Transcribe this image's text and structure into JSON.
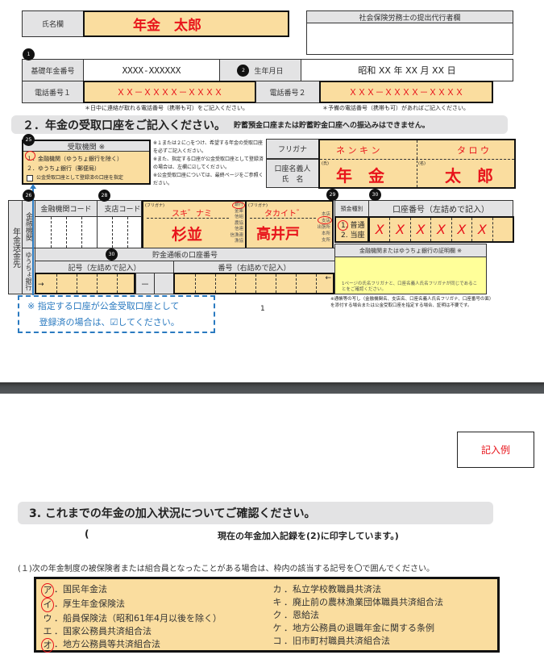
{
  "page1": {
    "name_label": "氏名欄",
    "name_value": "年金　太郎",
    "agent_label": "社会保険労務士の提出代行者欄",
    "badge1": "1",
    "basic_pension_label": "基礎年金番号",
    "basic_pension_value": "XXXX-XXXXXX",
    "badge2": "2",
    "birth_label": "生年月日",
    "birth_value": "昭和 XX 年 XX 月 XX 日",
    "phone1_label": "電話番号１",
    "phone1_value": "ＸＸ－ＸＸＸＸ－ＸＸＸＸ",
    "phone2_label": "電話番号２",
    "phone2_value": "ＸＸＸ－ＸＸＸＸ－ＸＸＸＸ",
    "phone1_note": "＊日中に連絡が取れる電話番号（携帯も可）をご記入ください。",
    "phone2_note": "＊予備の電話番号（携帯も可）があればご記入ください。",
    "section2_title": "２．年金の受取口座をご記入ください。",
    "section2_note": "貯蓄預金口座または貯蓄貯金口座への振込みはできません。",
    "badge25": "25",
    "receiver_header": "受取機関 ※",
    "receiver_opt1": "１．金融機関（ゆうちょ銀行を除く）",
    "receiver_opt2": "２．ゆうちょ銀行（郵便局）",
    "receiver_check": "公金受取口座として登録済の口座を指定",
    "receiver_notes": [
      "※１または２に○をつけ、希望する年金の受取口座を必ずご記入ください。",
      "※また、指定する口座が公金受取口座として登録済の場合は、左欄に☑してください。",
      "※公金受取口座については、最終ページをご参照ください。"
    ],
    "furigana_label": "フリガナ",
    "furigana_last": "ネ ン キ ン",
    "furigana_first": "タ ロ ウ",
    "holder_label": "口座名義人\n氏　名",
    "surname_tag": "(氏)",
    "givenname_tag": "(名)",
    "holder_last": "年　金",
    "holder_first": "太　郎",
    "remit_label": "年金送金先",
    "fin_label": "金融機関",
    "yucho_label": "ゆうちょ銀行",
    "badge26": "26",
    "bank_code_label": "金融機関コード",
    "badge28": "28",
    "branch_code_label": "支店コード",
    "kana_tag": "(フリガナ)",
    "bank_kana": "スキ゛ナミ",
    "bank_name": "杉並",
    "bank_types": [
      "銀行",
      "金庫",
      "信組",
      "農協",
      "信連",
      "信漁連",
      "漁協"
    ],
    "branch_kana": "タカイト゛",
    "branch_name": "高井戸",
    "branch_types": [
      "本店",
      "支店",
      "出張所",
      "本所",
      "支所"
    ],
    "badge29": "29",
    "deposit_type_label": "預金種別",
    "deposit_opt1": "1. 普通",
    "deposit_opt2": "2. 当座",
    "badge30": "30",
    "account_label": "口座番号（左詰めで記入）",
    "account_digits": [
      "X",
      "X",
      "X",
      "X",
      "X",
      "X",
      ""
    ],
    "passbook_label": "貯金通帳の口座番号",
    "badge30b": "30",
    "symbol_label": "記号（左詰めで記入）",
    "number_label": "番号（右詰めで記入）",
    "hyphen": "－",
    "cert_header": "金融機関またはゆうちょ銀行の証明欄 ※",
    "cert_body": "1ページの氏名フリガナと、口座名義人氏名フリガナが同じであることをご確認ください。",
    "cert_note": "※通帳等の写し（金融機関名、支店名、口座名義人氏名フリガナ、口座番号の面）を添付する場合または公金受取口座を指定する場合、証明は不要です。",
    "callout": "※ 指定する口座が公金受取口座として\n　 登録済の場合は、☑してください。",
    "page_number": "1"
  },
  "page2": {
    "example_label": "記入例",
    "section3_title": "3. これまでの年金の加入状況についてご確認ください。",
    "paren_open": "(",
    "record_note": "現在の年金加入記録を(2)に印字しています。)",
    "question": "(１)次の年金制度の被保険者または組合員となったことがある場合は、枠内の該当する記号を〇で囲んでください。",
    "left_items": [
      {
        "mark": "ア",
        "text": "国民年金法",
        "circled": true
      },
      {
        "mark": "イ",
        "text": "厚生年金保険法",
        "circled": true
      },
      {
        "mark": "ウ",
        "text": "船員保険法（昭和61年4月以後を除く）",
        "circled": false
      },
      {
        "mark": "エ",
        "text": "国家公務員共済組合法",
        "circled": false
      },
      {
        "mark": "オ",
        "text": "地方公務員等共済組合法",
        "circled": true
      }
    ],
    "right_items": [
      {
        "mark": "カ",
        "text": "私立学校教職員共済法"
      },
      {
        "mark": "キ",
        "text": "廃止前の農林漁業団体職員共済組合法"
      },
      {
        "mark": "ク",
        "text": "恩給法"
      },
      {
        "mark": "ケ",
        "text": "地方公務員の退職年金に関する条例"
      },
      {
        "mark": "コ",
        "text": "旧市町村職員共済組合法"
      }
    ]
  },
  "colors": {
    "fill": "#fadd9f",
    "label_gray": "#e3e3e4",
    "red": "#e8141b",
    "cert_yellow": "#ffff99",
    "callout_blue": "#2a7ac0",
    "separator": "#4a4d50"
  }
}
